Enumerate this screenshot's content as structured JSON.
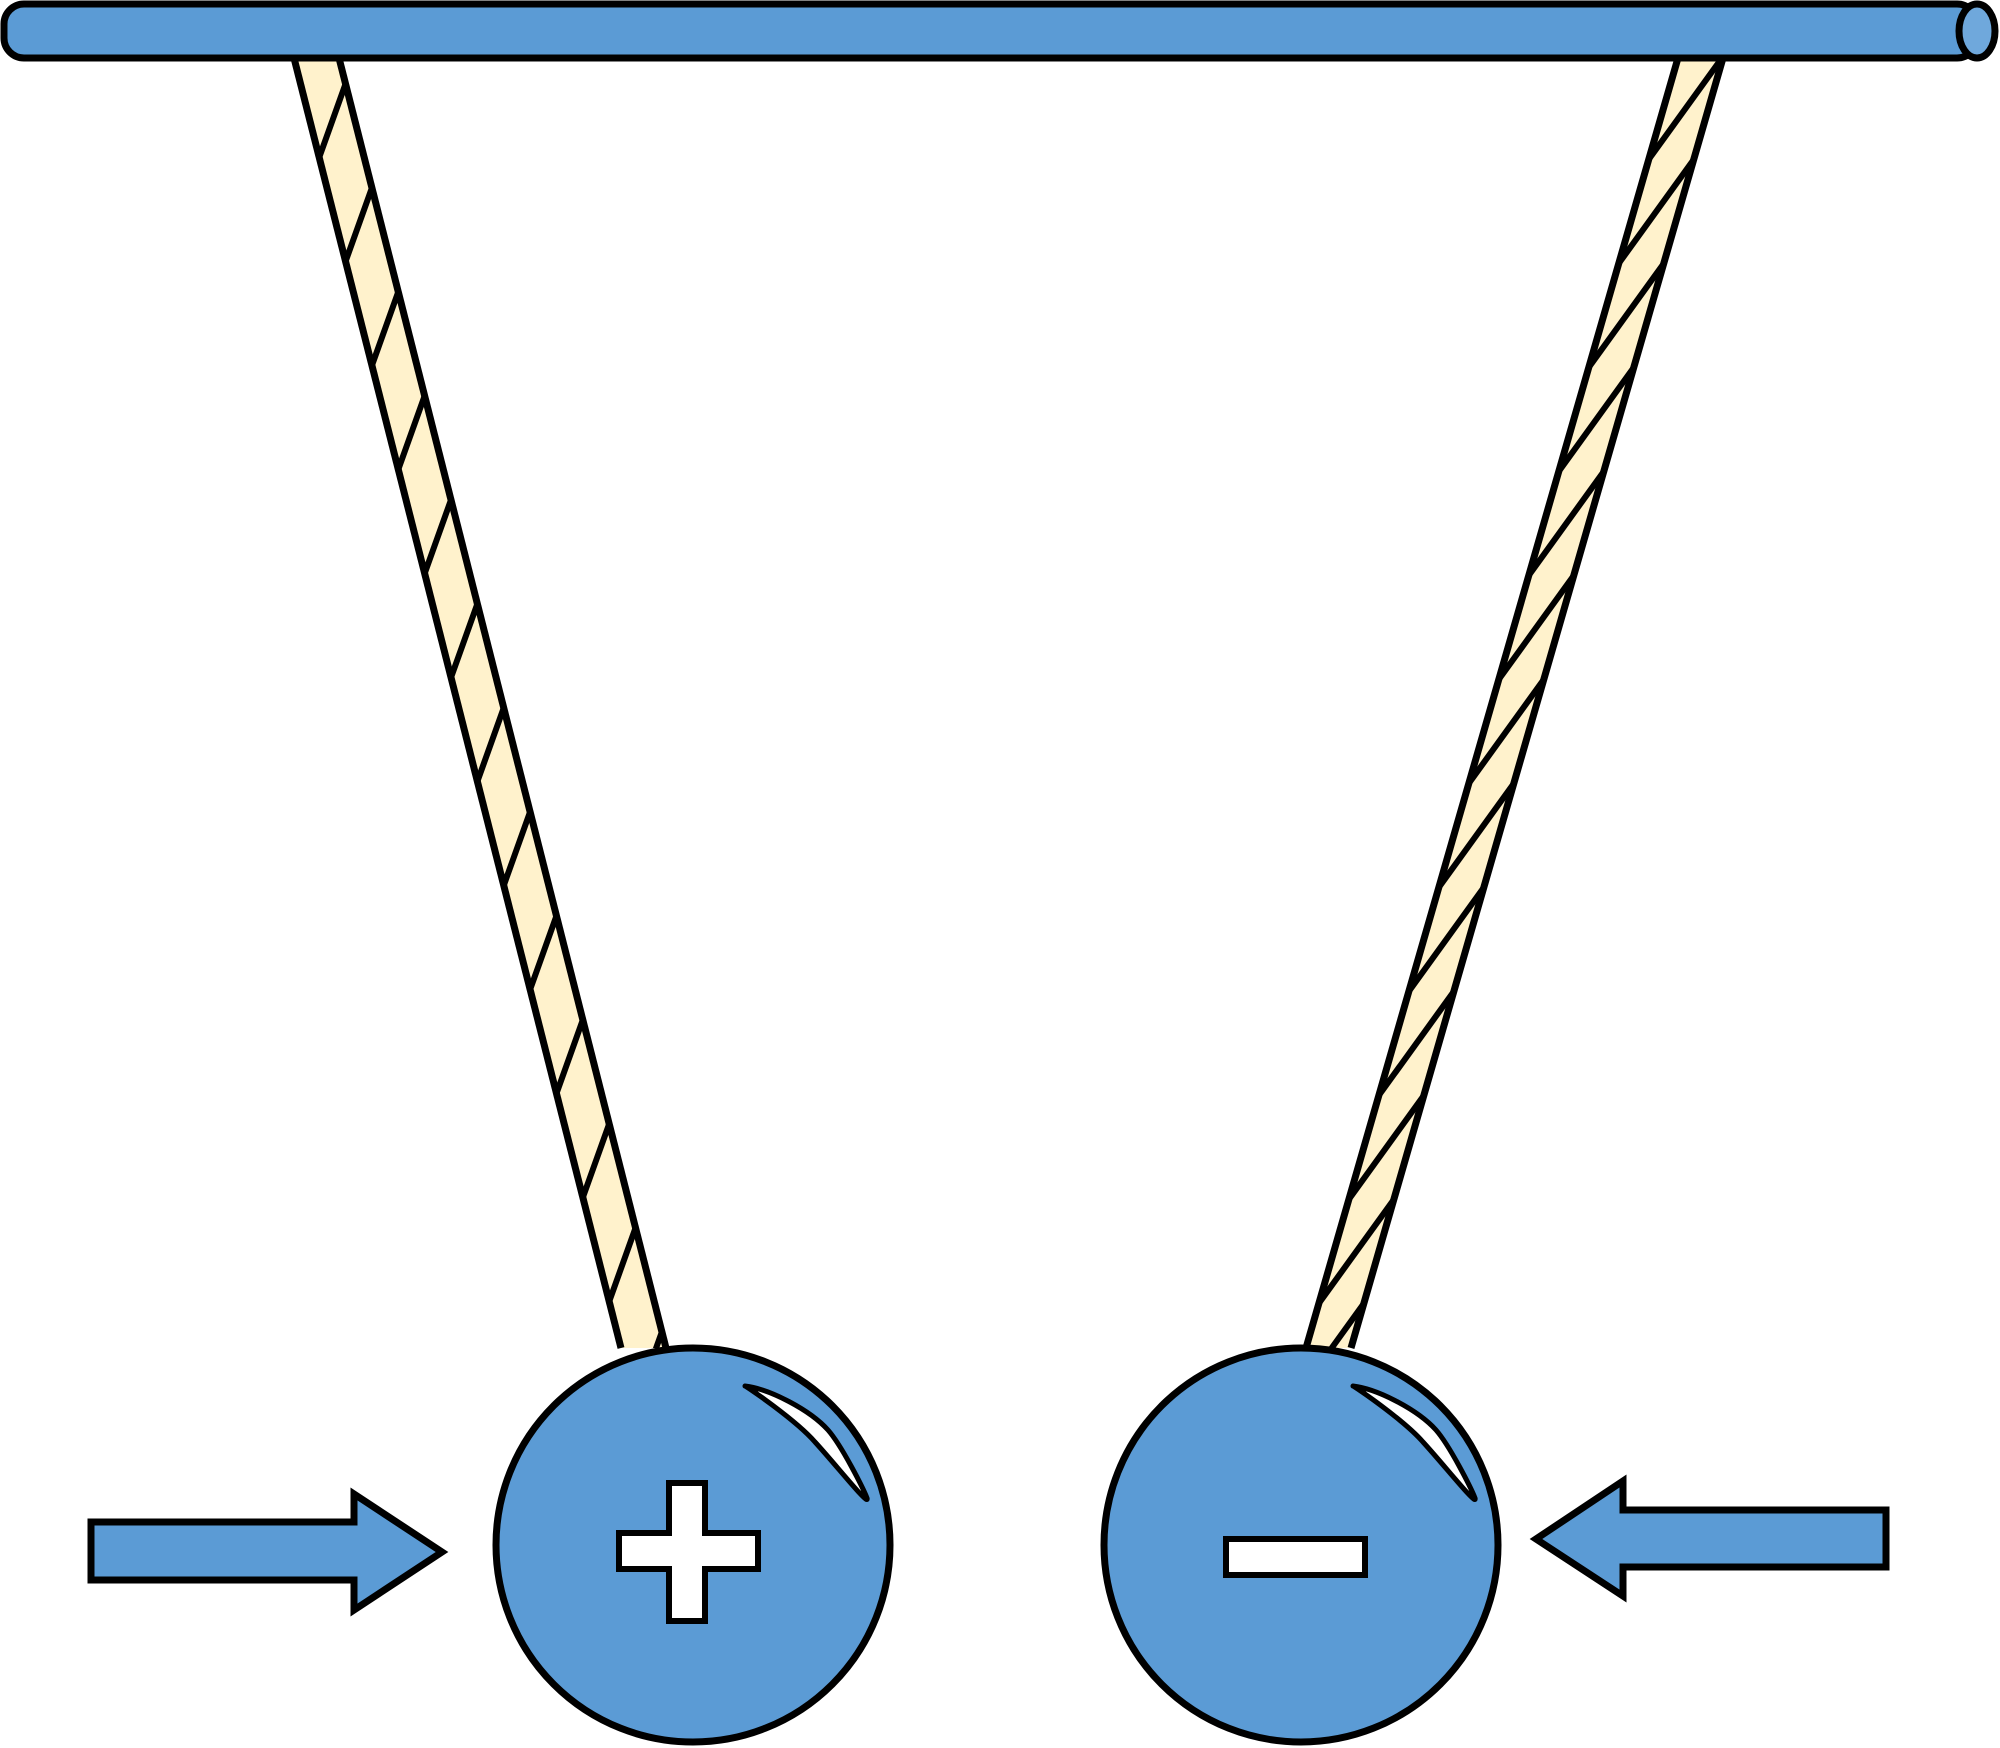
{
  "colors": {
    "rod": "#5b9bd5",
    "rod_end": "#6fa8dc",
    "ball": "#5b9bd5",
    "arrow": "#5b9bd5",
    "thread": "#fff2cc",
    "stroke": "#000000",
    "sign_fill": "#ffffff"
  },
  "diagram": {
    "balls": [
      {
        "charge": "positive",
        "sign_icon": "plus-sign-icon"
      },
      {
        "charge": "negative",
        "sign_icon": "minus-sign-icon"
      }
    ],
    "arrows": [
      {
        "direction": "right",
        "icon": "arrow-right-icon"
      },
      {
        "direction": "left",
        "icon": "arrow-left-icon"
      }
    ],
    "threads": [
      {
        "pattern": "twisted-stripes",
        "side": "left"
      },
      {
        "pattern": "twisted-stripes",
        "side": "right"
      }
    ]
  }
}
